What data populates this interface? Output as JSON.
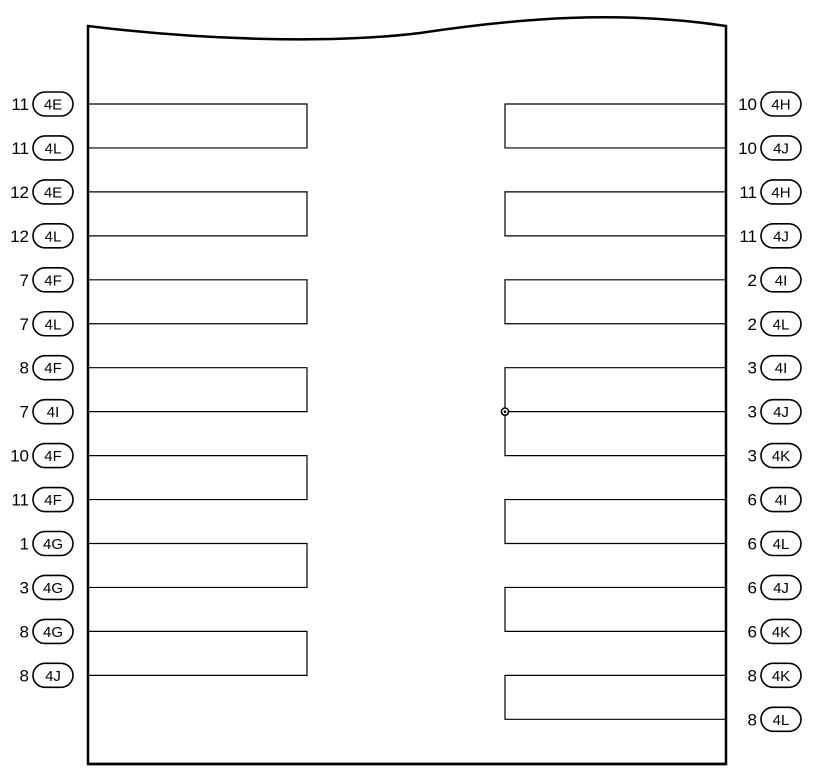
{
  "left_pins": [
    {
      "pin": "11",
      "connector": "4E"
    },
    {
      "pin": "11",
      "connector": "4L"
    },
    {
      "pin": "12",
      "connector": "4E"
    },
    {
      "pin": "12",
      "connector": "4L"
    },
    {
      "pin": "7",
      "connector": "4F"
    },
    {
      "pin": "7",
      "connector": "4L"
    },
    {
      "pin": "8",
      "connector": "4F"
    },
    {
      "pin": "7",
      "connector": "4I"
    },
    {
      "pin": "10",
      "connector": "4F"
    },
    {
      "pin": "11",
      "connector": "4F"
    },
    {
      "pin": "1",
      "connector": "4G"
    },
    {
      "pin": "3",
      "connector": "4G"
    },
    {
      "pin": "8",
      "connector": "4G"
    },
    {
      "pin": "8",
      "connector": "4J"
    }
  ],
  "right_pins": [
    {
      "pin": "10",
      "connector": "4H"
    },
    {
      "pin": "10",
      "connector": "4J"
    },
    {
      "pin": "11",
      "connector": "4H"
    },
    {
      "pin": "11",
      "connector": "4J"
    },
    {
      "pin": "2",
      "connector": "4I"
    },
    {
      "pin": "2",
      "connector": "4L"
    },
    {
      "pin": "3",
      "connector": "4I"
    },
    {
      "pin": "3",
      "connector": "4J"
    },
    {
      "pin": "3",
      "connector": "4K"
    },
    {
      "pin": "6",
      "connector": "4I"
    },
    {
      "pin": "6",
      "connector": "4L"
    },
    {
      "pin": "6",
      "connector": "4J"
    },
    {
      "pin": "6",
      "connector": "4K"
    },
    {
      "pin": "8",
      "connector": "4K"
    },
    {
      "pin": "8",
      "connector": "4L"
    }
  ],
  "left_groups": [
    [
      0,
      1
    ],
    [
      2,
      3
    ],
    [
      4,
      5
    ],
    [
      6,
      7
    ],
    [
      8,
      9
    ],
    [
      10,
      11
    ],
    [
      12,
      13
    ]
  ],
  "right_groups": [
    [
      0,
      1
    ],
    [
      2,
      3
    ],
    [
      4,
      5
    ],
    [
      6,
      7,
      8
    ],
    [
      9,
      10
    ],
    [
      11,
      12
    ],
    [
      13,
      14
    ]
  ],
  "splice_group_index": 3
}
